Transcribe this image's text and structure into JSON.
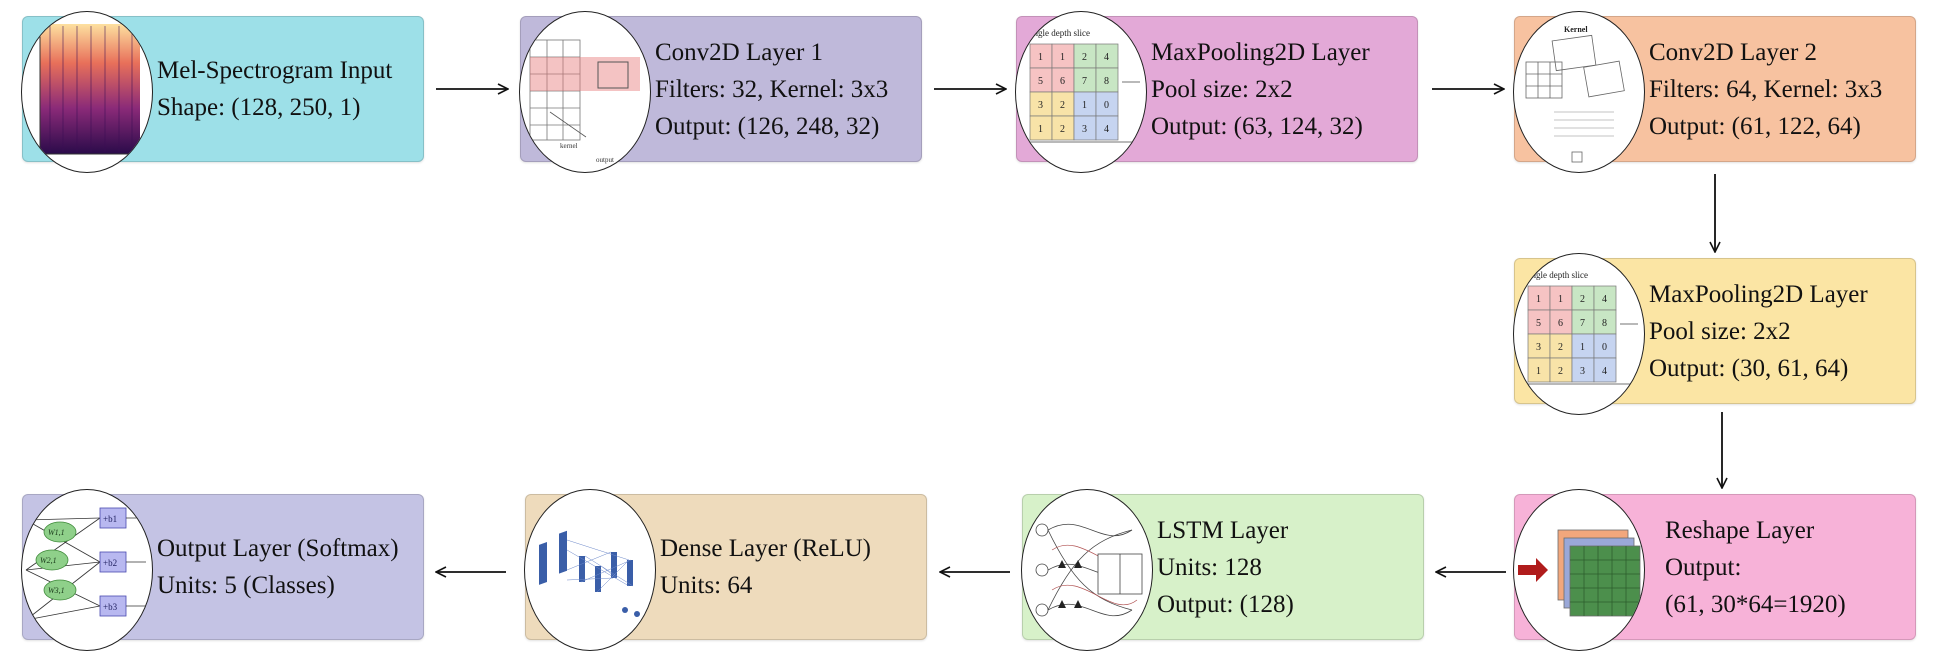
{
  "colors": {
    "cyan": "#9de0e8",
    "lavender": "#bfb9da",
    "pink": "#e3a9d7",
    "salmon": "#f7c2a0",
    "yellow": "#fbe5a4",
    "hotpink": "#f7b2d8",
    "green": "#d7f1c9",
    "tan": "#eedbbc",
    "periwinkle": "#c4c3e4"
  },
  "nodes": {
    "input": {
      "icon": "spectrogram-icon",
      "lines": [
        "Mel-Spectrogram Input",
        "Shape: (128, 250, 1)"
      ]
    },
    "conv1": {
      "icon": "convolution-kernel-icon",
      "lines": [
        "Conv2D Layer 1",
        "Filters: 32, Kernel: 3x3",
        "Output: (126, 248, 32)"
      ]
    },
    "pool1": {
      "icon": "max-pooling-grid-icon",
      "lines": [
        "MaxPooling2D Layer",
        "Pool size: 2x2",
        "Output: (63, 124, 32)"
      ]
    },
    "conv2": {
      "icon": "convolution-matrix-icon",
      "lines": [
        "Conv2D Layer 2",
        "Filters: 64, Kernel: 3x3",
        "Output: (61, 122, 64)"
      ]
    },
    "pool2": {
      "icon": "max-pooling-grid-icon",
      "lines": [
        "MaxPooling2D Layer",
        "Pool size: 2x2",
        "Output: (30, 61, 64)"
      ]
    },
    "reshape": {
      "icon": "reshape-tensor-icon",
      "lines": [
        "Reshape Layer",
        "Output:",
        "(61, 30*64=1920)"
      ]
    },
    "lstm": {
      "icon": "lstm-cell-icon",
      "lines": [
        "LSTM Layer",
        "Units: 128",
        "Output: (128)"
      ]
    },
    "dense": {
      "icon": "dense-network-icon",
      "lines": [
        "Dense Layer (ReLU)",
        "Units: 64"
      ]
    },
    "output": {
      "icon": "softmax-weights-icon",
      "lines": [
        "Output Layer (Softmax)",
        "Units: 5 (Classes)"
      ]
    }
  },
  "thumb_text": {
    "depth_slice": "Single depth slice",
    "kernel_label": "kernel",
    "output_label": "output",
    "conv2_title": "Kernel",
    "pool_grid": [
      [
        "1",
        "1",
        "2",
        "4"
      ],
      [
        "5",
        "6",
        "7",
        "8"
      ],
      [
        "3",
        "2",
        "1",
        "0"
      ],
      [
        "1",
        "2",
        "3",
        "4"
      ]
    ],
    "weights": [
      "W1,1",
      "W2,1",
      "W3,1"
    ],
    "biases": [
      "+b1",
      "+b2",
      "+b3"
    ]
  }
}
